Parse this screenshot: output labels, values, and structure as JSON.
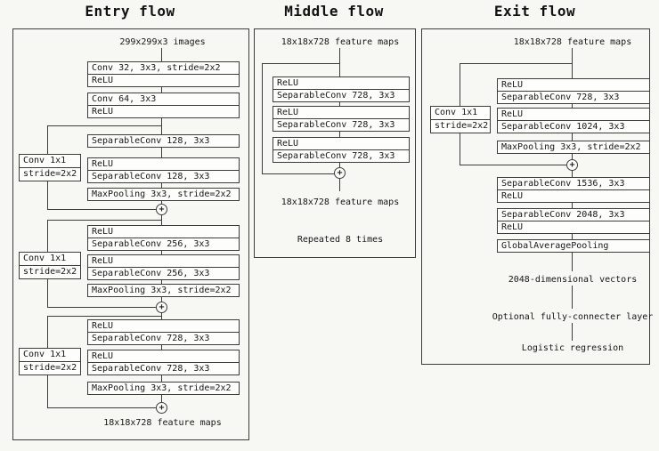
{
  "figure": {
    "merge_symbol": "+",
    "entry": {
      "title": "Entry flow",
      "input_label": "299x299x3 images",
      "output_label": "18x18x728 feature maps",
      "boxes": [
        {
          "rows": [
            "Conv 32, 3x3, stride=2x2",
            "ReLU"
          ]
        },
        {
          "rows": [
            "Conv 64, 3x3",
            "ReLU"
          ]
        },
        {
          "rows": [
            "SeparableConv 128, 3x3"
          ]
        },
        {
          "rows": [
            "ReLU",
            "SeparableConv 128, 3x3"
          ]
        },
        {
          "rows": [
            "MaxPooling 3x3, stride=2x2"
          ]
        },
        {
          "rows": [
            "ReLU",
            "SeparableConv 256, 3x3"
          ]
        },
        {
          "rows": [
            "ReLU",
            "SeparableConv 256, 3x3"
          ]
        },
        {
          "rows": [
            "MaxPooling 3x3, stride=2x2"
          ]
        },
        {
          "rows": [
            "ReLU",
            "SeparableConv 728, 3x3"
          ]
        },
        {
          "rows": [
            "ReLU",
            "SeparableConv 728, 3x3"
          ]
        },
        {
          "rows": [
            "MaxPooling 3x3, stride=2x2"
          ]
        }
      ],
      "skip_boxes": [
        {
          "rows": [
            "Conv 1x1",
            "stride=2x2"
          ]
        },
        {
          "rows": [
            "Conv 1x1",
            "stride=2x2"
          ]
        },
        {
          "rows": [
            "Conv 1x1",
            "stride=2x2"
          ]
        }
      ]
    },
    "middle": {
      "title": "Middle flow",
      "input_label": "18x18x728 feature maps",
      "output_label": "18x18x728 feature maps",
      "repeat_label": "Repeated 8 times",
      "boxes": [
        {
          "rows": [
            "ReLU",
            "SeparableConv 728, 3x3"
          ]
        },
        {
          "rows": [
            "ReLU",
            "SeparableConv 728, 3x3"
          ]
        },
        {
          "rows": [
            "ReLU",
            "SeparableConv 728, 3x3"
          ]
        }
      ]
    },
    "exit": {
      "title": "Exit flow",
      "input_label": "18x18x728 feature maps",
      "boxes": [
        {
          "rows": [
            "ReLU",
            "SeparableConv 728, 3x3"
          ]
        },
        {
          "rows": [
            "ReLU",
            "SeparableConv 1024, 3x3"
          ]
        },
        {
          "rows": [
            "MaxPooling 3x3, stride=2x2"
          ]
        },
        {
          "rows": [
            "SeparableConv 1536, 3x3",
            "ReLU"
          ]
        },
        {
          "rows": [
            "SeparableConv 2048, 3x3",
            "ReLU"
          ]
        },
        {
          "rows": [
            "GlobalAveragePooling"
          ]
        }
      ],
      "skip_boxes": [
        {
          "rows": [
            "Conv 1x1",
            "stride=2x2"
          ]
        }
      ],
      "tail_labels": [
        "2048-dimensional vectors",
        "Optional fully-connecter layer",
        "Logistic regression"
      ]
    }
  }
}
